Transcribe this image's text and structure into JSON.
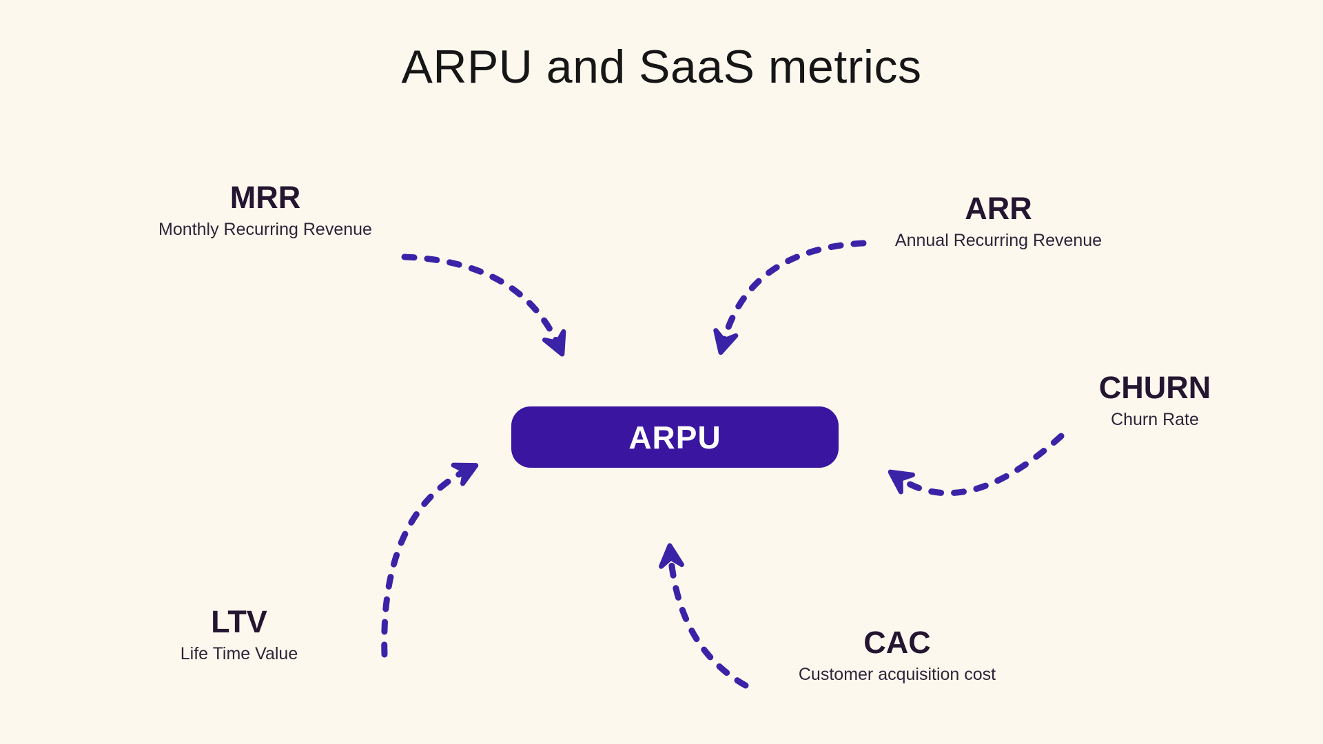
{
  "title": "ARPU and SaaS metrics",
  "center": {
    "label": "ARPU"
  },
  "metrics": [
    {
      "id": "mrr",
      "abbr": "MRR",
      "full": "Monthly Recurring Revenue"
    },
    {
      "id": "arr",
      "abbr": "ARR",
      "full": "Annual Recurring Revenue"
    },
    {
      "id": "churn",
      "abbr": "CHURN",
      "full": "Churn Rate"
    },
    {
      "id": "ltv",
      "abbr": "LTV",
      "full": "Life Time Value"
    },
    {
      "id": "cac",
      "abbr": "CAC",
      "full": "Customer acquisition cost"
    }
  ],
  "colors": {
    "background": "#FCF8EE",
    "title_text": "#161616",
    "metric_heading": "#241530",
    "metric_subtitle": "#2E2438",
    "accent_purple": "#3A16A0",
    "arrow": "#3B23A8",
    "center_label_text": "#FFFFFF"
  }
}
